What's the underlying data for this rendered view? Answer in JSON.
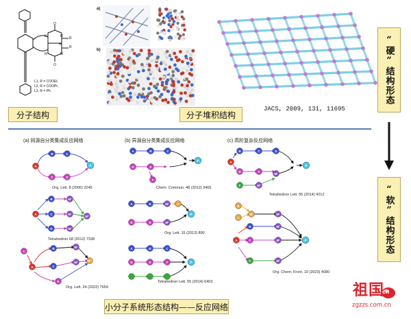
{
  "top": {
    "box_molecular_structure": "分子结构",
    "box_molecular_packing": "分子堆积结构",
    "citation_jacs": "JACS, 2009, 131, 11695",
    "panel_a_label": "a)",
    "panel_b_label": "b)",
    "ligand_labels": [
      "L1,  R = COOEt",
      "L2,  R = COOPrᵢ",
      "L3,  R = Ph"
    ],
    "atom_labels": {
      "o_top": "O",
      "o_bottom": "O",
      "nh_left_top": "N",
      "nh_left_bottom": "N",
      "nh_right_top": "N",
      "nh_right_bottom": "N",
      "r_top": "R",
      "r_bottom": "R",
      "h": "H"
    }
  },
  "side": {
    "hard_form": "“硬”结构形态",
    "soft_form": "“软”结构形态"
  },
  "bottom": {
    "section_a": "(a) 同源自分类集成反应网络",
    "section_b": "(b) 异源自分类集成反应网络",
    "section_c": "(c) 高阶复杂反应网络",
    "refs": {
      "a1": "Org. Lett. 8 (2006) 2245",
      "a2": "Tetrahedron 68 (2012) 7338",
      "a3": "Org. Lett. 24 (2022) 7659",
      "b1": "Chem. Commun. 48 (2012) 3465",
      "b2": "Org. Lett. 15 (2013) 890",
      "b3": "Tetrahedron Lett. 55 (2014) 6403",
      "c1": "Tetrahedron Lett. 55 (2014) 4212",
      "c2": "Org. Chem. Front. 10 (2023) 4080"
    },
    "caption": "小分子系统形态结构——反应网络"
  },
  "nodes": {
    "A": "A",
    "B": "B",
    "C": "C",
    "D": "D",
    "E": "E",
    "F": "F",
    "P": "P",
    "M1": "M¹",
    "M2": "M²",
    "M3": "M³",
    "M12": "M¹²"
  },
  "watermark": {
    "brand": "祖国",
    "tld": "cn",
    "url": "zgzzs.com.cn"
  },
  "colors": {
    "panel_fill": "#fbf0b4",
    "divider": "#5a79b8",
    "node_red": "#e0342a",
    "node_blue": "#3a4fd0",
    "node_magenta": "#c83fc0",
    "node_purple": "#8b4fc8",
    "node_cyan": "#48c8e8",
    "node_green": "#3aa83a",
    "node_orange": "#e6a640",
    "watermark_red": "#d8262e"
  }
}
